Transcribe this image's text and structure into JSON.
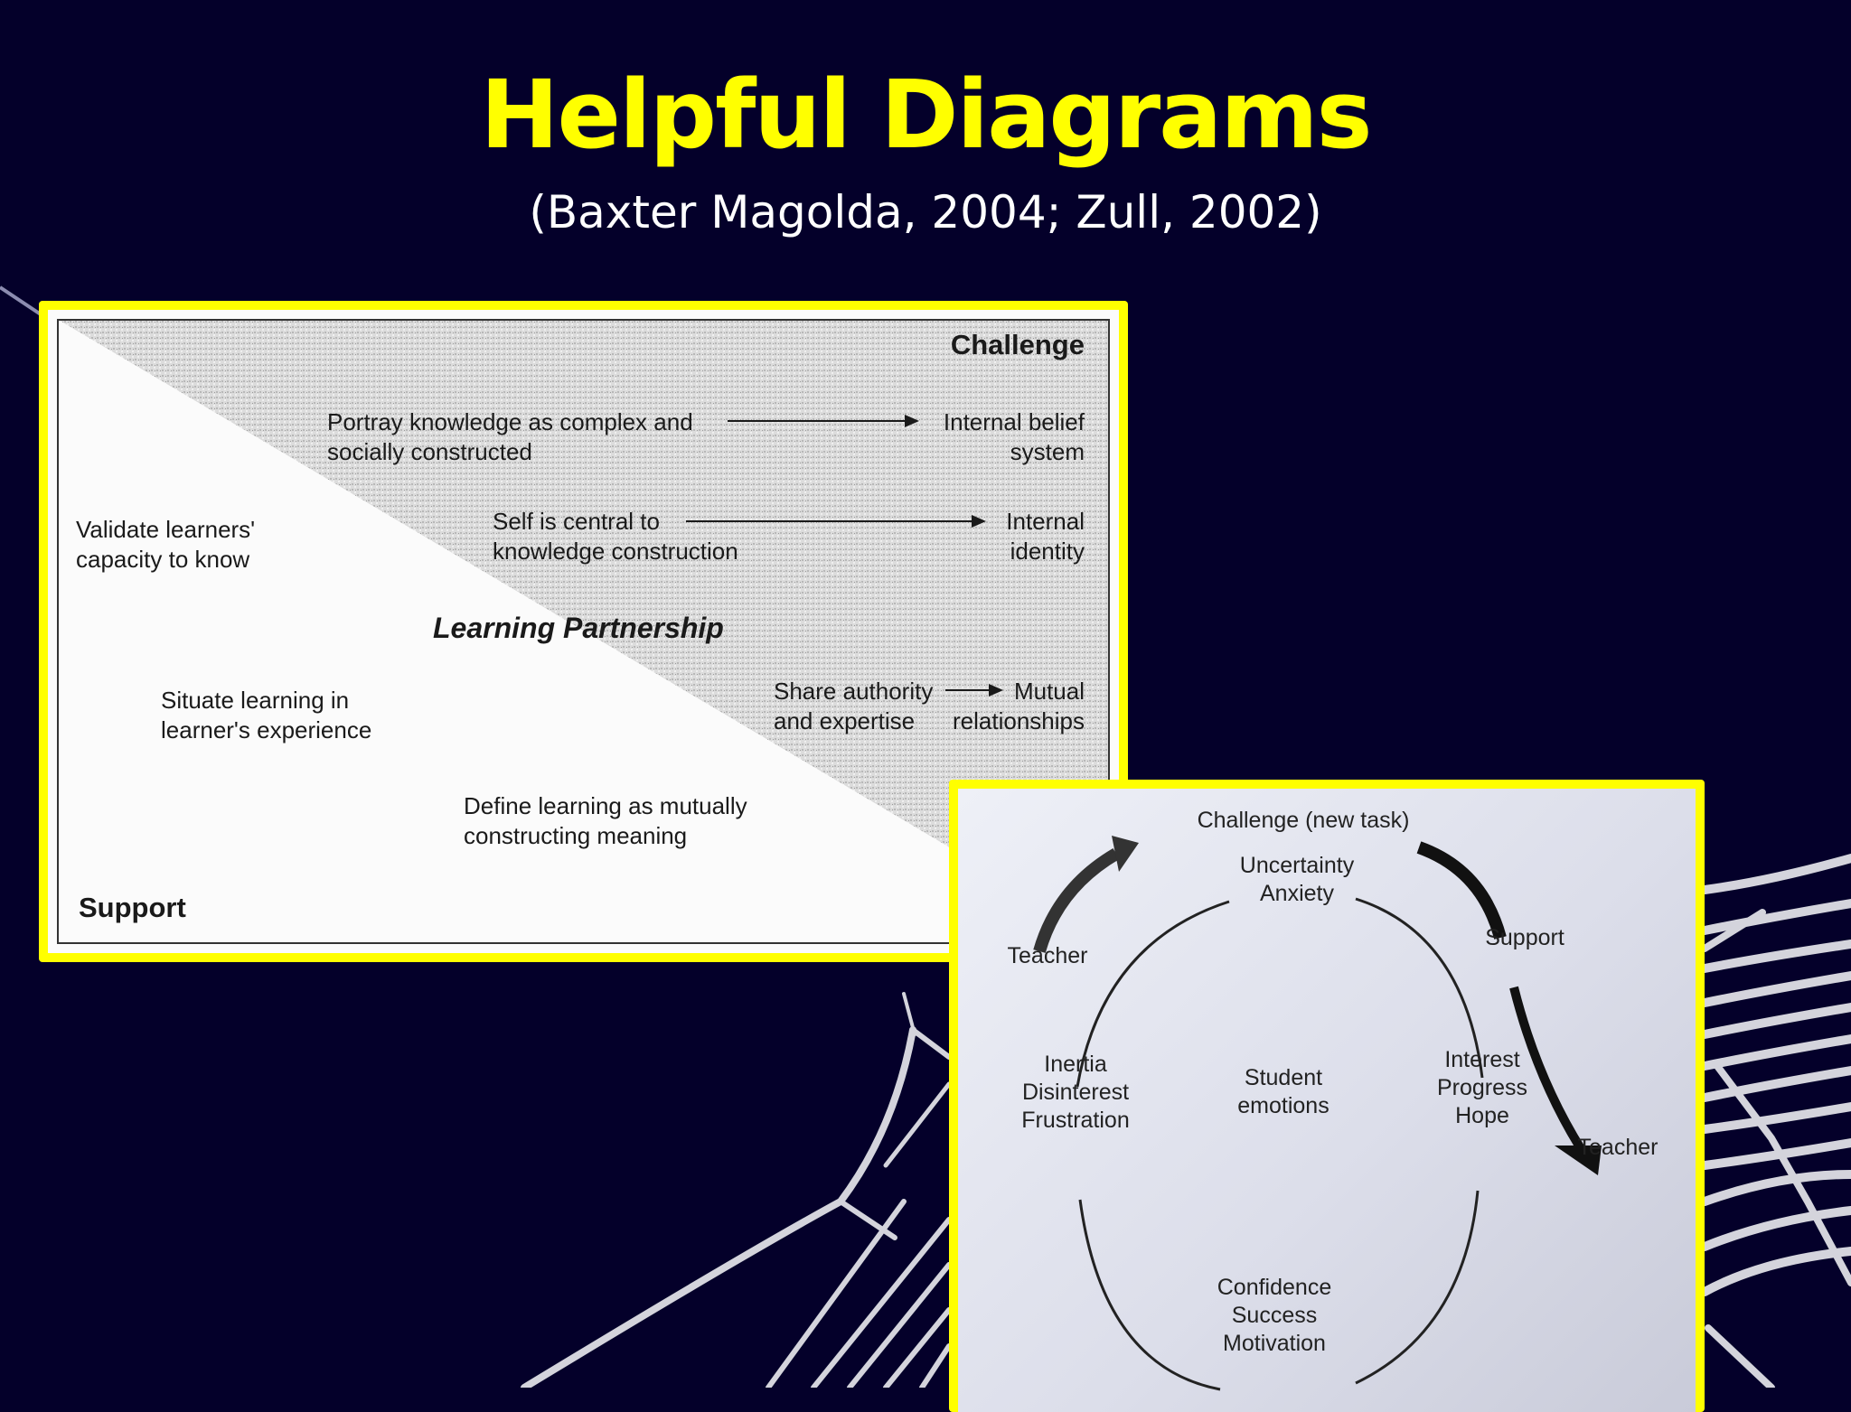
{
  "slide": {
    "title": "Helpful Diagrams",
    "subtitle": "(Baxter Magolda, 2004; Zull, 2002)",
    "colors": {
      "background": "#04002a",
      "title": "#ffff00",
      "subtitle": "#ffffff",
      "frame": "#ffff00"
    }
  },
  "learning_partnership_diagram": {
    "corner_top_right": "Challenge",
    "corner_bottom_left": "Support",
    "center_label": "Learning Partnership",
    "challenge_items": [
      {
        "from_line1": "Portray knowledge as complex and",
        "from_line2": "socially constructed",
        "to_line1": "Internal belief",
        "to_line2": "system"
      },
      {
        "from_line1": "Self is central to",
        "from_line2": "knowledge construction",
        "to_line1": "Internal",
        "to_line2": "identity"
      },
      {
        "from_line1": "Share authority",
        "from_line2": "and expertise",
        "to_line1": "Mutual",
        "to_line2": "relationships"
      }
    ],
    "support_items": [
      {
        "line1": "Validate learners'",
        "line2": "capacity to know"
      },
      {
        "line1": "Situate learning in",
        "line2": "learner's experience"
      },
      {
        "line1": "Define learning as mutually",
        "line2": "constructing meaning"
      }
    ]
  },
  "student_emotions_diagram": {
    "top": "Challenge (new task)",
    "teacher_left": "Teacher",
    "support_label": "Support",
    "teacher_right": "Teacher",
    "center_line1": "Student",
    "center_line2": "emotions",
    "top_state": {
      "line1": "Uncertainty",
      "line2": "Anxiety"
    },
    "left_state": {
      "line1": "Inertia",
      "line2": "Disinterest",
      "line3": "Frustration"
    },
    "right_state": {
      "line1": "Interest",
      "line2": "Progress",
      "line3": "Hope"
    },
    "bottom_state": {
      "line1": "Confidence",
      "line2": "Success",
      "line3": "Motivation"
    }
  }
}
